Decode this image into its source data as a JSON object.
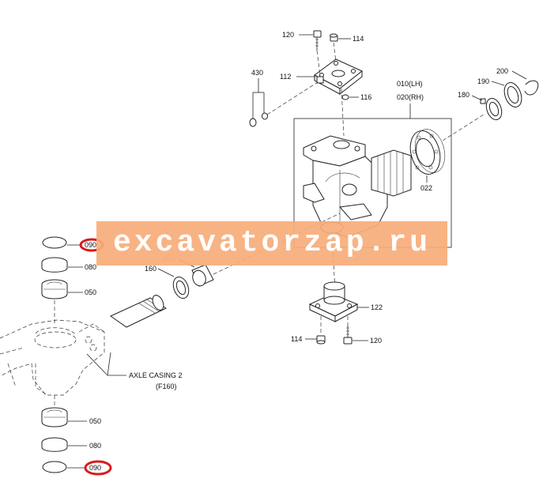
{
  "labels": {
    "p120_top": "120",
    "p114_top": "114",
    "p430": "430",
    "p112": "112",
    "p116": "116",
    "p010": "010(LH)",
    "p020": "020(RH)",
    "p200": "200",
    "p190": "190",
    "p180": "180",
    "p022": "022",
    "p090_top": "090",
    "p080_top": "080",
    "p050_top": "050",
    "p150": "150",
    "p160": "160",
    "p122": "122",
    "p114_bot": "114",
    "p120_bot": "120",
    "axle_casing": "AXLE CASING 2",
    "axle_casing_sub": "(F160)",
    "p050_bot": "050",
    "p080_bot": "080",
    "p090_bot": "090"
  },
  "watermark": {
    "text": "excavatorzap.ru"
  },
  "colors": {
    "watermark_band": "#f7ad7a",
    "highlight_ring": "#d81c1c",
    "label_150": "#e07a3a"
  }
}
